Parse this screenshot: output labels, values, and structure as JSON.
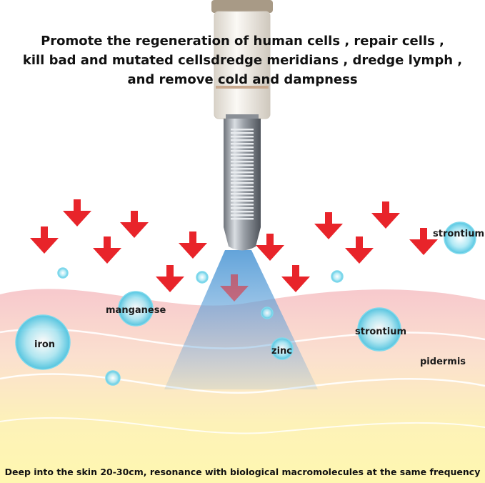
{
  "headline": {
    "line1": "Promote the regeneration of human cells , repair cells ,",
    "line2": "kill bad and mutated cellsdredge meridians , dredge lymph ,",
    "line3": "and remove cold and dampness"
  },
  "labels": {
    "strontium_top": "strontium",
    "manganese": "manganese",
    "iron": "iron",
    "zinc": "zinc",
    "strontium_mid": "strontium",
    "pidermis": "pidermis"
  },
  "footer": "Deep into the skin 20-30cm, resonance with biological macromolecules at the same frequency",
  "colors": {
    "arrow": "#e8242a",
    "beam": "#6fa8dc",
    "bubble": "#5fd0e8",
    "skin_top": "#f5c2c8",
    "skin_bottom": "#fff3a0"
  },
  "icons": [
    "device-probe",
    "down-arrow",
    "molecule-bubble"
  ]
}
